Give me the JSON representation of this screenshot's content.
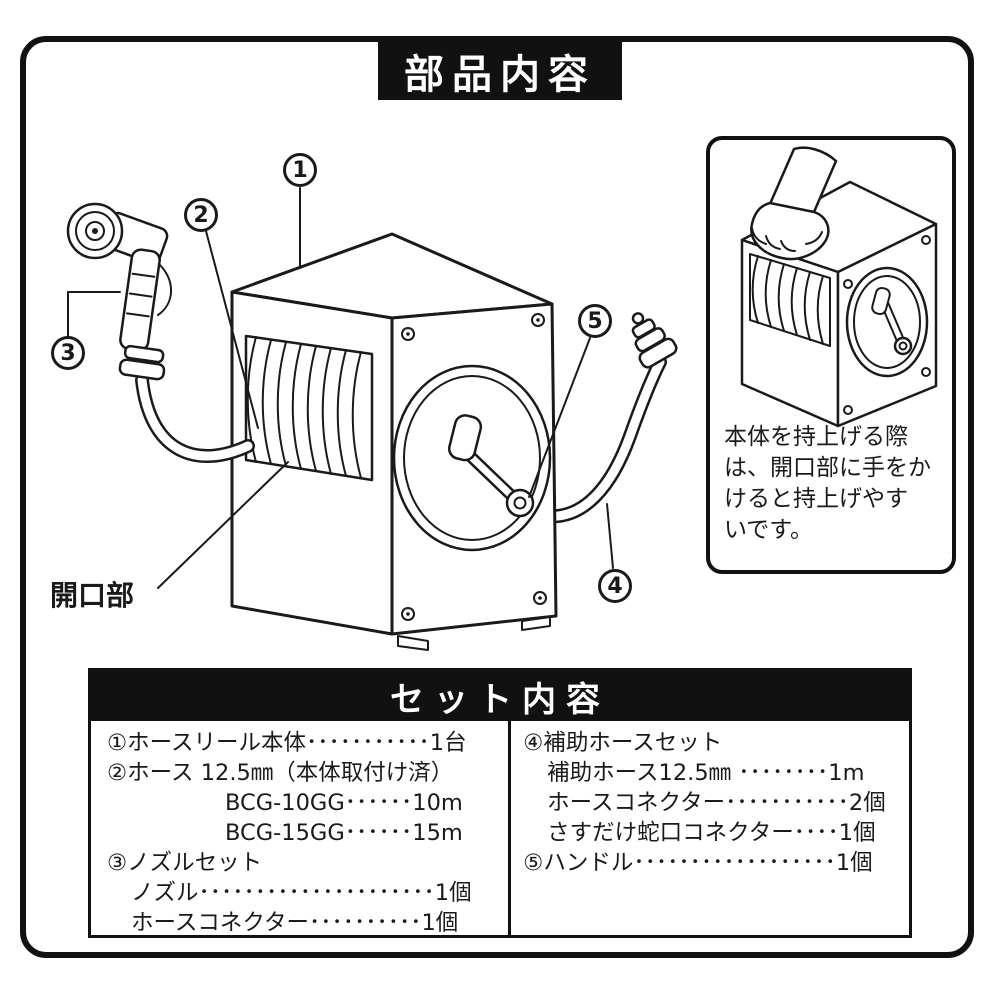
{
  "page_title": "部品内容",
  "colors": {
    "ink": "#1a1a1a",
    "header_bg": "#111111",
    "bg": "#ffffff"
  },
  "callouts": {
    "c1": "1",
    "c2": "2",
    "c3": "3",
    "c4": "4",
    "c5": "5"
  },
  "labels": {
    "opening": "開口部"
  },
  "inset": {
    "note_lines": [
      "本体を持上げる際",
      "は、開口部に手をか",
      "けると持上げやす",
      "いです。"
    ]
  },
  "set_contents": {
    "title": "セット内容",
    "left": [
      "①ホースリール本体･･･････････1台",
      "②ホース 12.5㎜（本体取付け済）",
      "BCG-10GG･･････10m",
      "BCG-15GG･･････15m",
      "③ノズルセット",
      "ノズル･････････････････････1個",
      "ホースコネクター･･････････1個"
    ],
    "right": [
      "④補助ホースセット",
      "補助ホース12.5㎜ ････････1m",
      "ホースコネクター･･･････････2個",
      "さすだけ蛇口コネクター････1個",
      "⑤ハンドル･･････････････････1個"
    ]
  }
}
